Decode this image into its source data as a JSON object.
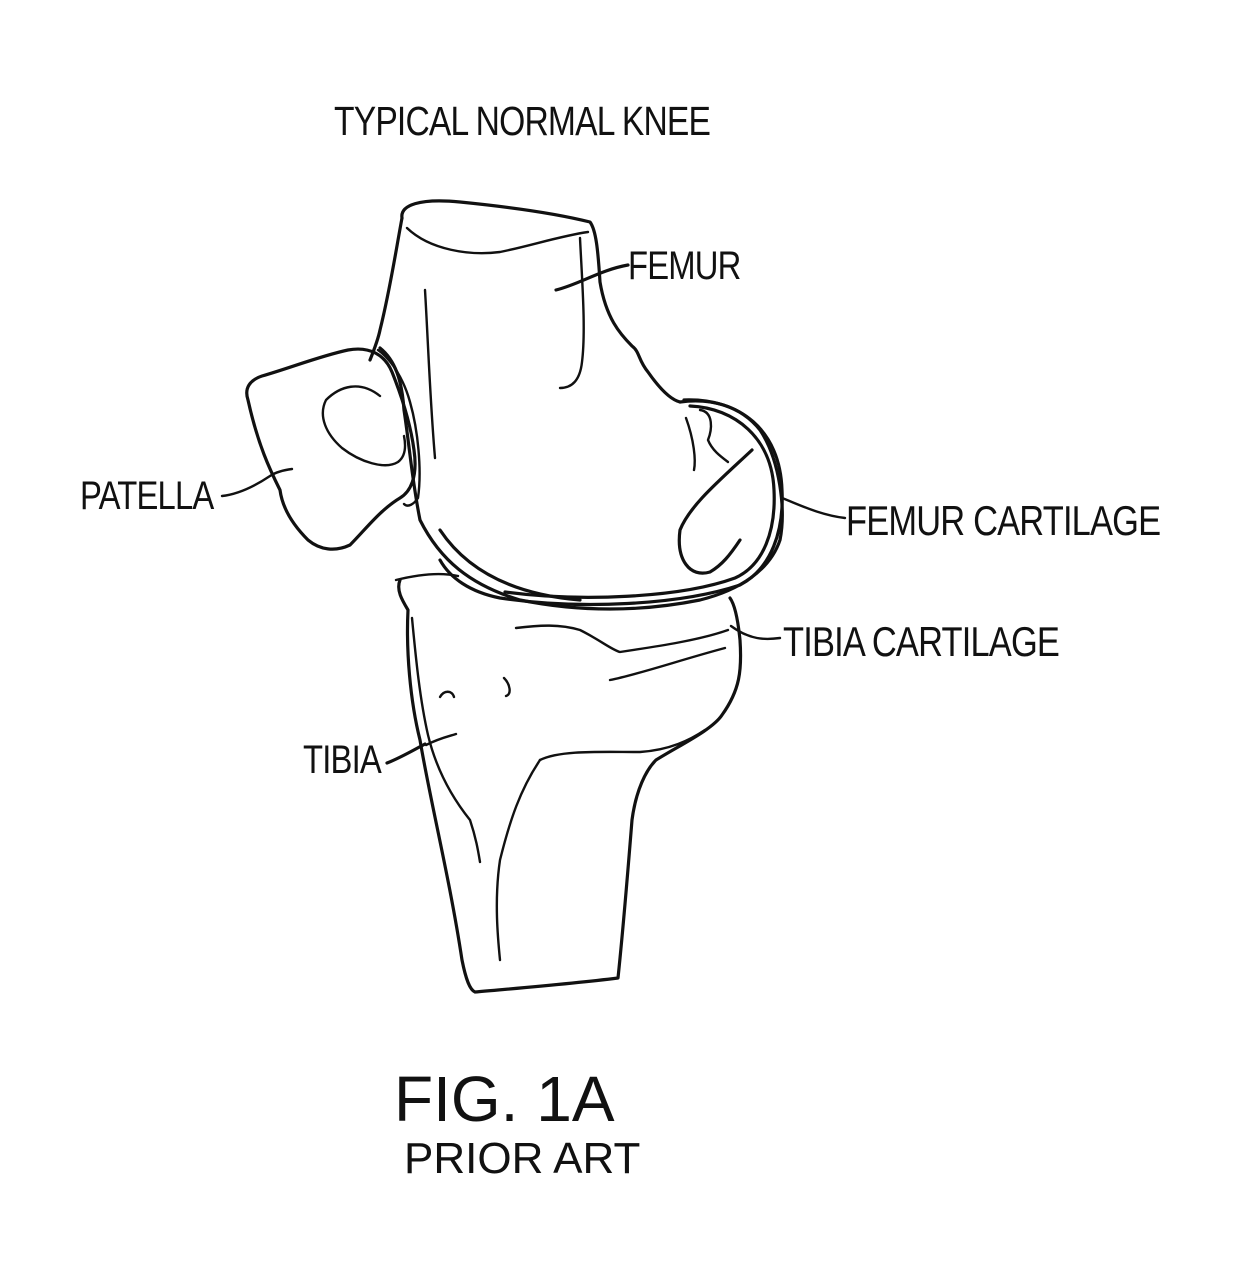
{
  "figure": {
    "title": "TYPICAL NORMAL KNEE",
    "caption": "FIG. 1A",
    "subcaption": "PRIOR ART"
  },
  "labels": {
    "femur": "FEMUR",
    "patella": "PATELLA",
    "femur_cartilage": "FEMUR CARTILAGE",
    "tibia_cartilage": "TIBIA CARTILAGE",
    "tibia": "TIBIA"
  },
  "colors": {
    "line": "#111111",
    "background": "#ffffff"
  }
}
